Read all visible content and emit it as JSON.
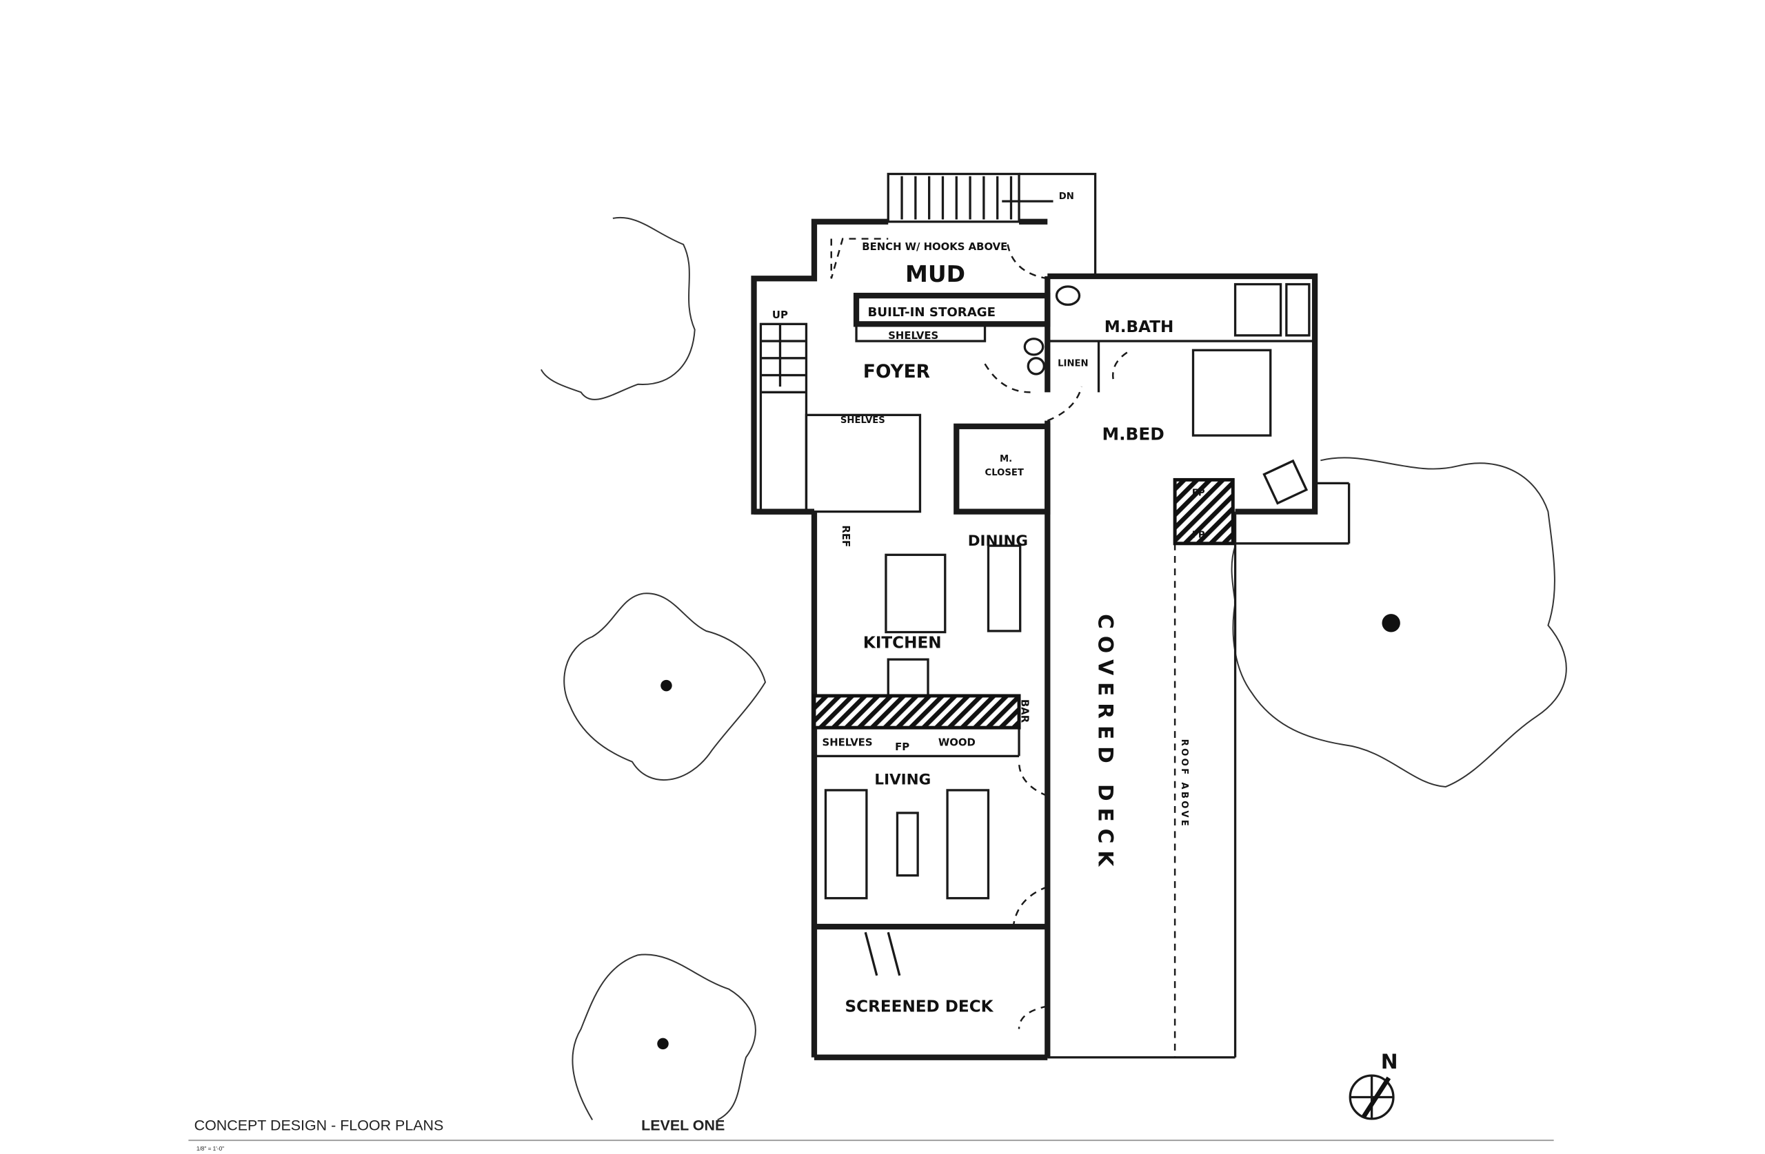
{
  "labels": {
    "bench": "BENCH W/ HOOKS ABOVE",
    "mud": "MUD",
    "dn": "DN",
    "up": "UP",
    "storage": "BUILT-IN STORAGE",
    "shelves_top": "SHELVES",
    "foyer": "FOYER",
    "linen": "LINEN",
    "mbath": "M.BATH",
    "mbed": "M.BED",
    "shelves_kitchen": "SHELVES",
    "mcloset_1": "M.",
    "mcloset_2": "CLOSET",
    "ref": "REF",
    "dining": "DINING",
    "kitchen": "KITCHEN",
    "bar": "BAR",
    "shelves_living": "SHELVES",
    "fp_living": "FP",
    "wood": "WOOD",
    "fp_top": "FP",
    "fp_bottom": "FP",
    "living": "LIVING",
    "covered_deck": "COVERED DECK",
    "roof_above": "ROOF ABOVE",
    "screened_deck": "SCREENED DECK",
    "north": "N"
  },
  "title_block": {
    "title": "CONCEPT DESIGN - FLOOR PLANS",
    "level": "LEVEL ONE",
    "scale": "1/8\" = 1'-0\""
  }
}
